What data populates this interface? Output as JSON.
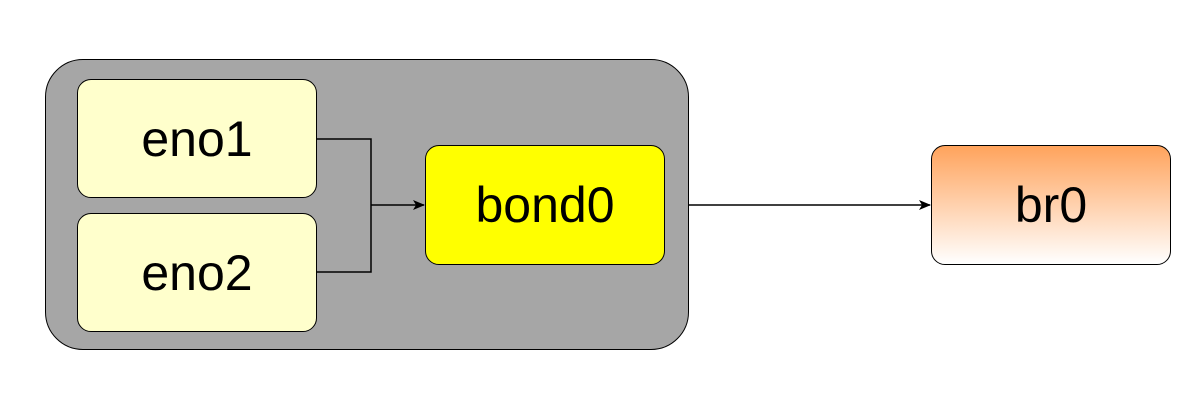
{
  "diagram": {
    "nodes": {
      "eno1": {
        "label": "eno1"
      },
      "eno2": {
        "label": "eno2"
      },
      "bond0": {
        "label": "bond0"
      },
      "br0": {
        "label": "br0"
      }
    },
    "edges": [
      {
        "from": "eno1",
        "to": "bond0"
      },
      {
        "from": "eno2",
        "to": "bond0"
      },
      {
        "from": "bond0",
        "to": "br0"
      }
    ],
    "colors": {
      "group_fill": "#a6a6a6",
      "interface_fill": "#ffffcc",
      "bond_fill": "#ffff00",
      "bridge_gradient_top": "#ffa35c",
      "bridge_gradient_bottom": "#ffffff"
    }
  }
}
